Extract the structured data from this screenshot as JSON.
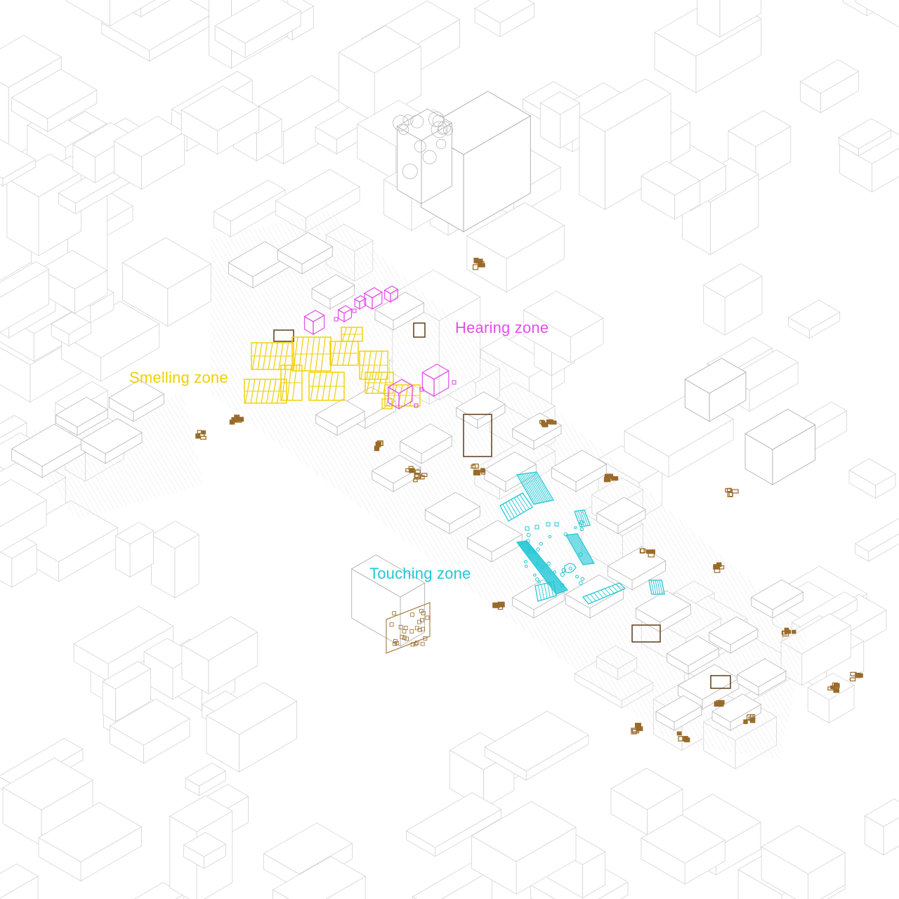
{
  "zones": [
    {
      "id": "hearing",
      "label": "Hearing zone",
      "color": "#e24fe8"
    },
    {
      "id": "smelling",
      "label": "Smelling zone",
      "color": "#f0d000"
    },
    {
      "id": "touching",
      "label": "Touching zone",
      "color": "#22c8d6"
    }
  ],
  "colors": {
    "background": "#ffffff",
    "context_lines": "#d4d4d4",
    "building_lines": "#bdbdbd",
    "building_fill": "#ffffff",
    "road_hatch": "#e6e6e6",
    "seeing_elements": "#9a6a2a",
    "smelling_elements": "#f0d000",
    "hearing_elements": "#e24fe8",
    "touching_elements": "#22c8d6"
  }
}
